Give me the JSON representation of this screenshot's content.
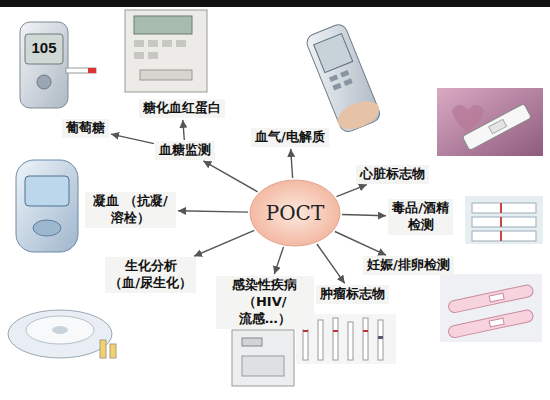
{
  "diagram": {
    "nodes": [
      {
        "text": [
          "POCT"
        ]
      },
      {
        "text": [
          "葡萄糖"
        ]
      },
      {
        "text": [
          "糖化血红蛋白"
        ]
      },
      {
        "text": [
          "血糖监测"
        ]
      },
      {
        "text": [
          "血气/电解质"
        ]
      },
      {
        "text": [
          "心脏标志物"
        ]
      },
      {
        "text": [
          "毒品/酒精 检测"
        ]
      },
      {
        "text": [
          "妊娠/排卵检测"
        ]
      },
      {
        "text": [
          "肿瘤标志物"
        ]
      },
      {
        "text": [
          "感染性疾病 （HIV/流感…）"
        ]
      },
      {
        "text": [
          "生化分析 （血/尿生化）"
        ]
      },
      {
        "text": [
          "凝血 （抗凝/溶栓）"
        ]
      }
    ],
    "edges": [
      {
        "from": 0,
        "to": 3,
        "arrow": "to"
      },
      {
        "from": 3,
        "to": 1,
        "arrow": "to"
      },
      {
        "from": 3,
        "to": 2,
        "arrow": "to"
      },
      {
        "from": 0,
        "to": 4,
        "arrow": "to"
      },
      {
        "from": 0,
        "to": 5,
        "arrow": "to"
      },
      {
        "from": 0,
        "to": 6,
        "arrow": "to"
      },
      {
        "from": 0,
        "to": 7,
        "arrow": "to"
      },
      {
        "from": 0,
        "to": 8,
        "arrow": "to"
      },
      {
        "from": 0,
        "to": 9,
        "arrow": "to"
      },
      {
        "from": 0,
        "to": 10,
        "arrow": "to"
      },
      {
        "from": 0,
        "to": 11,
        "arrow": "to"
      }
    ],
    "labels": [
      "105"
    ]
  }
}
